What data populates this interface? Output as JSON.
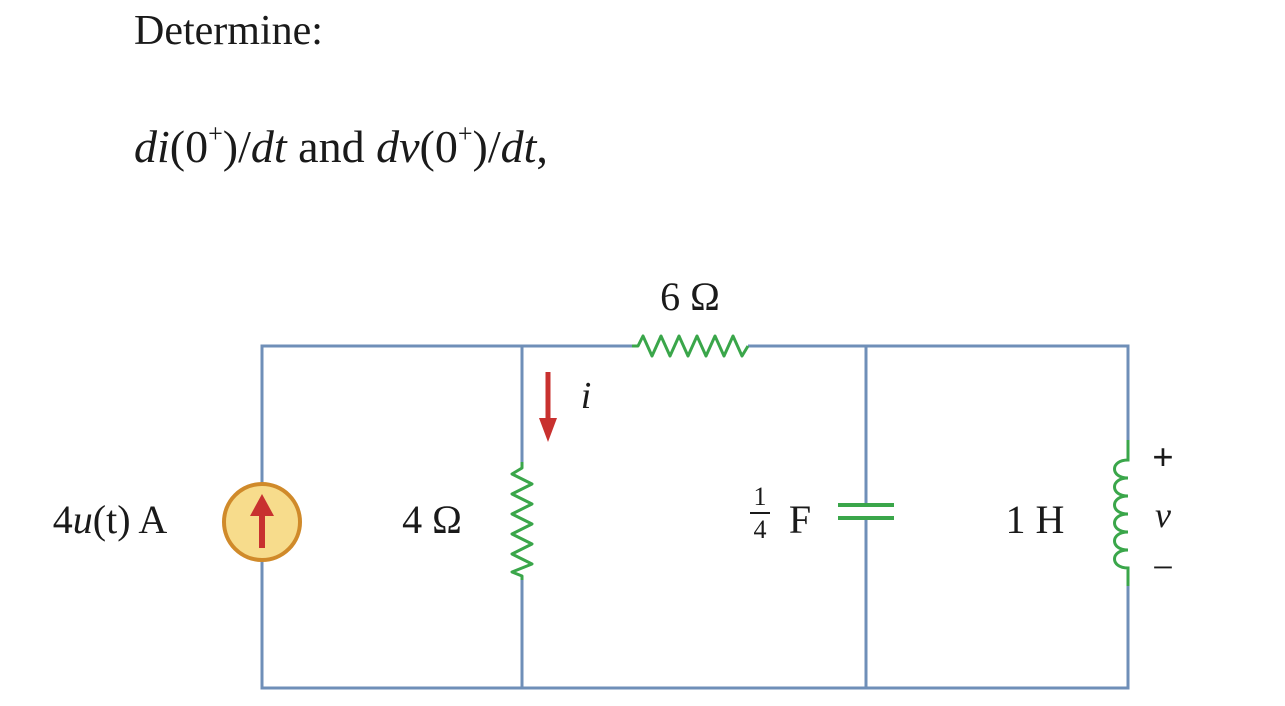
{
  "problem": {
    "title": "Determine:",
    "question": {
      "d1": "di",
      "p1_open": "(0",
      "sup1": "+",
      "p1_close": ")/",
      "dt1": "dt",
      "and": " and ",
      "d2": "dv",
      "p2_open": "(0",
      "sup2": "+",
      "p2_close": ")/",
      "dt2": "dt",
      "end": ","
    }
  },
  "circuit": {
    "source": {
      "prefix": "4",
      "func": "u",
      "arg": "(t)",
      "unit": " A"
    },
    "resistor_top": {
      "label": "6 Ω"
    },
    "resistor_left": {
      "label": "4 Ω"
    },
    "current": {
      "label": "i"
    },
    "capacitor": {
      "num": "1",
      "den": "4",
      "unit": "F"
    },
    "inductor": {
      "label": "1 H"
    },
    "voltage": {
      "plus": "+",
      "minus": "−",
      "label": "v"
    },
    "colors": {
      "wire": "#6f8fb8",
      "resistor": "#3aa64a",
      "source_fill": "#f7dc8c",
      "source_stroke": "#d08a2a",
      "arrow": "#c8312f"
    }
  }
}
